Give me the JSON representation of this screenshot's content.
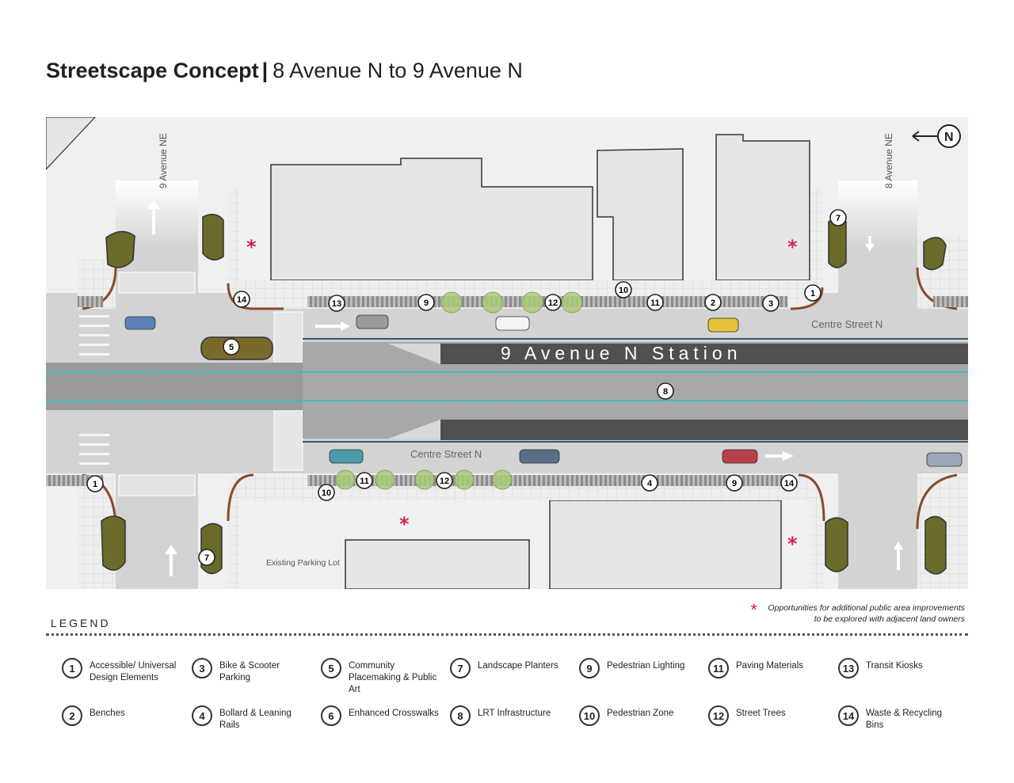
{
  "title": {
    "bold": "Streetscape Concept",
    "separator": "|",
    "subtitle": "8 Avenue N to 9 Avenue N"
  },
  "map": {
    "street_left": "9 Avenue NE",
    "street_right": "8 Avenue NE",
    "north": "N",
    "station": "9 Avenue N Station",
    "centre_top": "Centre Street N",
    "centre_bottom": "Centre Street N",
    "parking": "Existing Parking Lot",
    "markers": [
      "14",
      "13",
      "9",
      "12",
      "10",
      "11",
      "2",
      "3",
      "1",
      "7",
      "5",
      "8",
      "1",
      "10",
      "11",
      "12",
      "4",
      "9",
      "14",
      "7"
    ]
  },
  "legend": {
    "title": "LEGEND",
    "note_star": "*",
    "note_line1": "Opportunities for additional public area improvements",
    "note_line2": "to be explored with adjacent land owners",
    "items": [
      {
        "num": "1",
        "label": "Accessible/ Universal Design Elements"
      },
      {
        "num": "2",
        "label": "Benches"
      },
      {
        "num": "3",
        "label": "Bike & Scooter Parking"
      },
      {
        "num": "4",
        "label": "Bollard & Leaning Rails"
      },
      {
        "num": "5",
        "label": "Community Placemaking & Public Art"
      },
      {
        "num": "6",
        "label": "Enhanced Crosswalks"
      },
      {
        "num": "7",
        "label": "Landscape Planters"
      },
      {
        "num": "8",
        "label": "LRT Infrastructure"
      },
      {
        "num": "9",
        "label": "Pedestrian Lighting"
      },
      {
        "num": "10",
        "label": "Pedestrian Zone"
      },
      {
        "num": "11",
        "label": "Paving Materials"
      },
      {
        "num": "12",
        "label": "Street Trees"
      },
      {
        "num": "13",
        "label": "Transit Kiosks"
      },
      {
        "num": "14",
        "label": "Waste & Recycling Bins"
      }
    ]
  },
  "colors": {
    "accent_star": "#d6204b",
    "track_cyan": "#3fbcbf",
    "station_dark": "#505050",
    "building": "#e6e6e6",
    "curb_brown": "#8a4a2a"
  }
}
